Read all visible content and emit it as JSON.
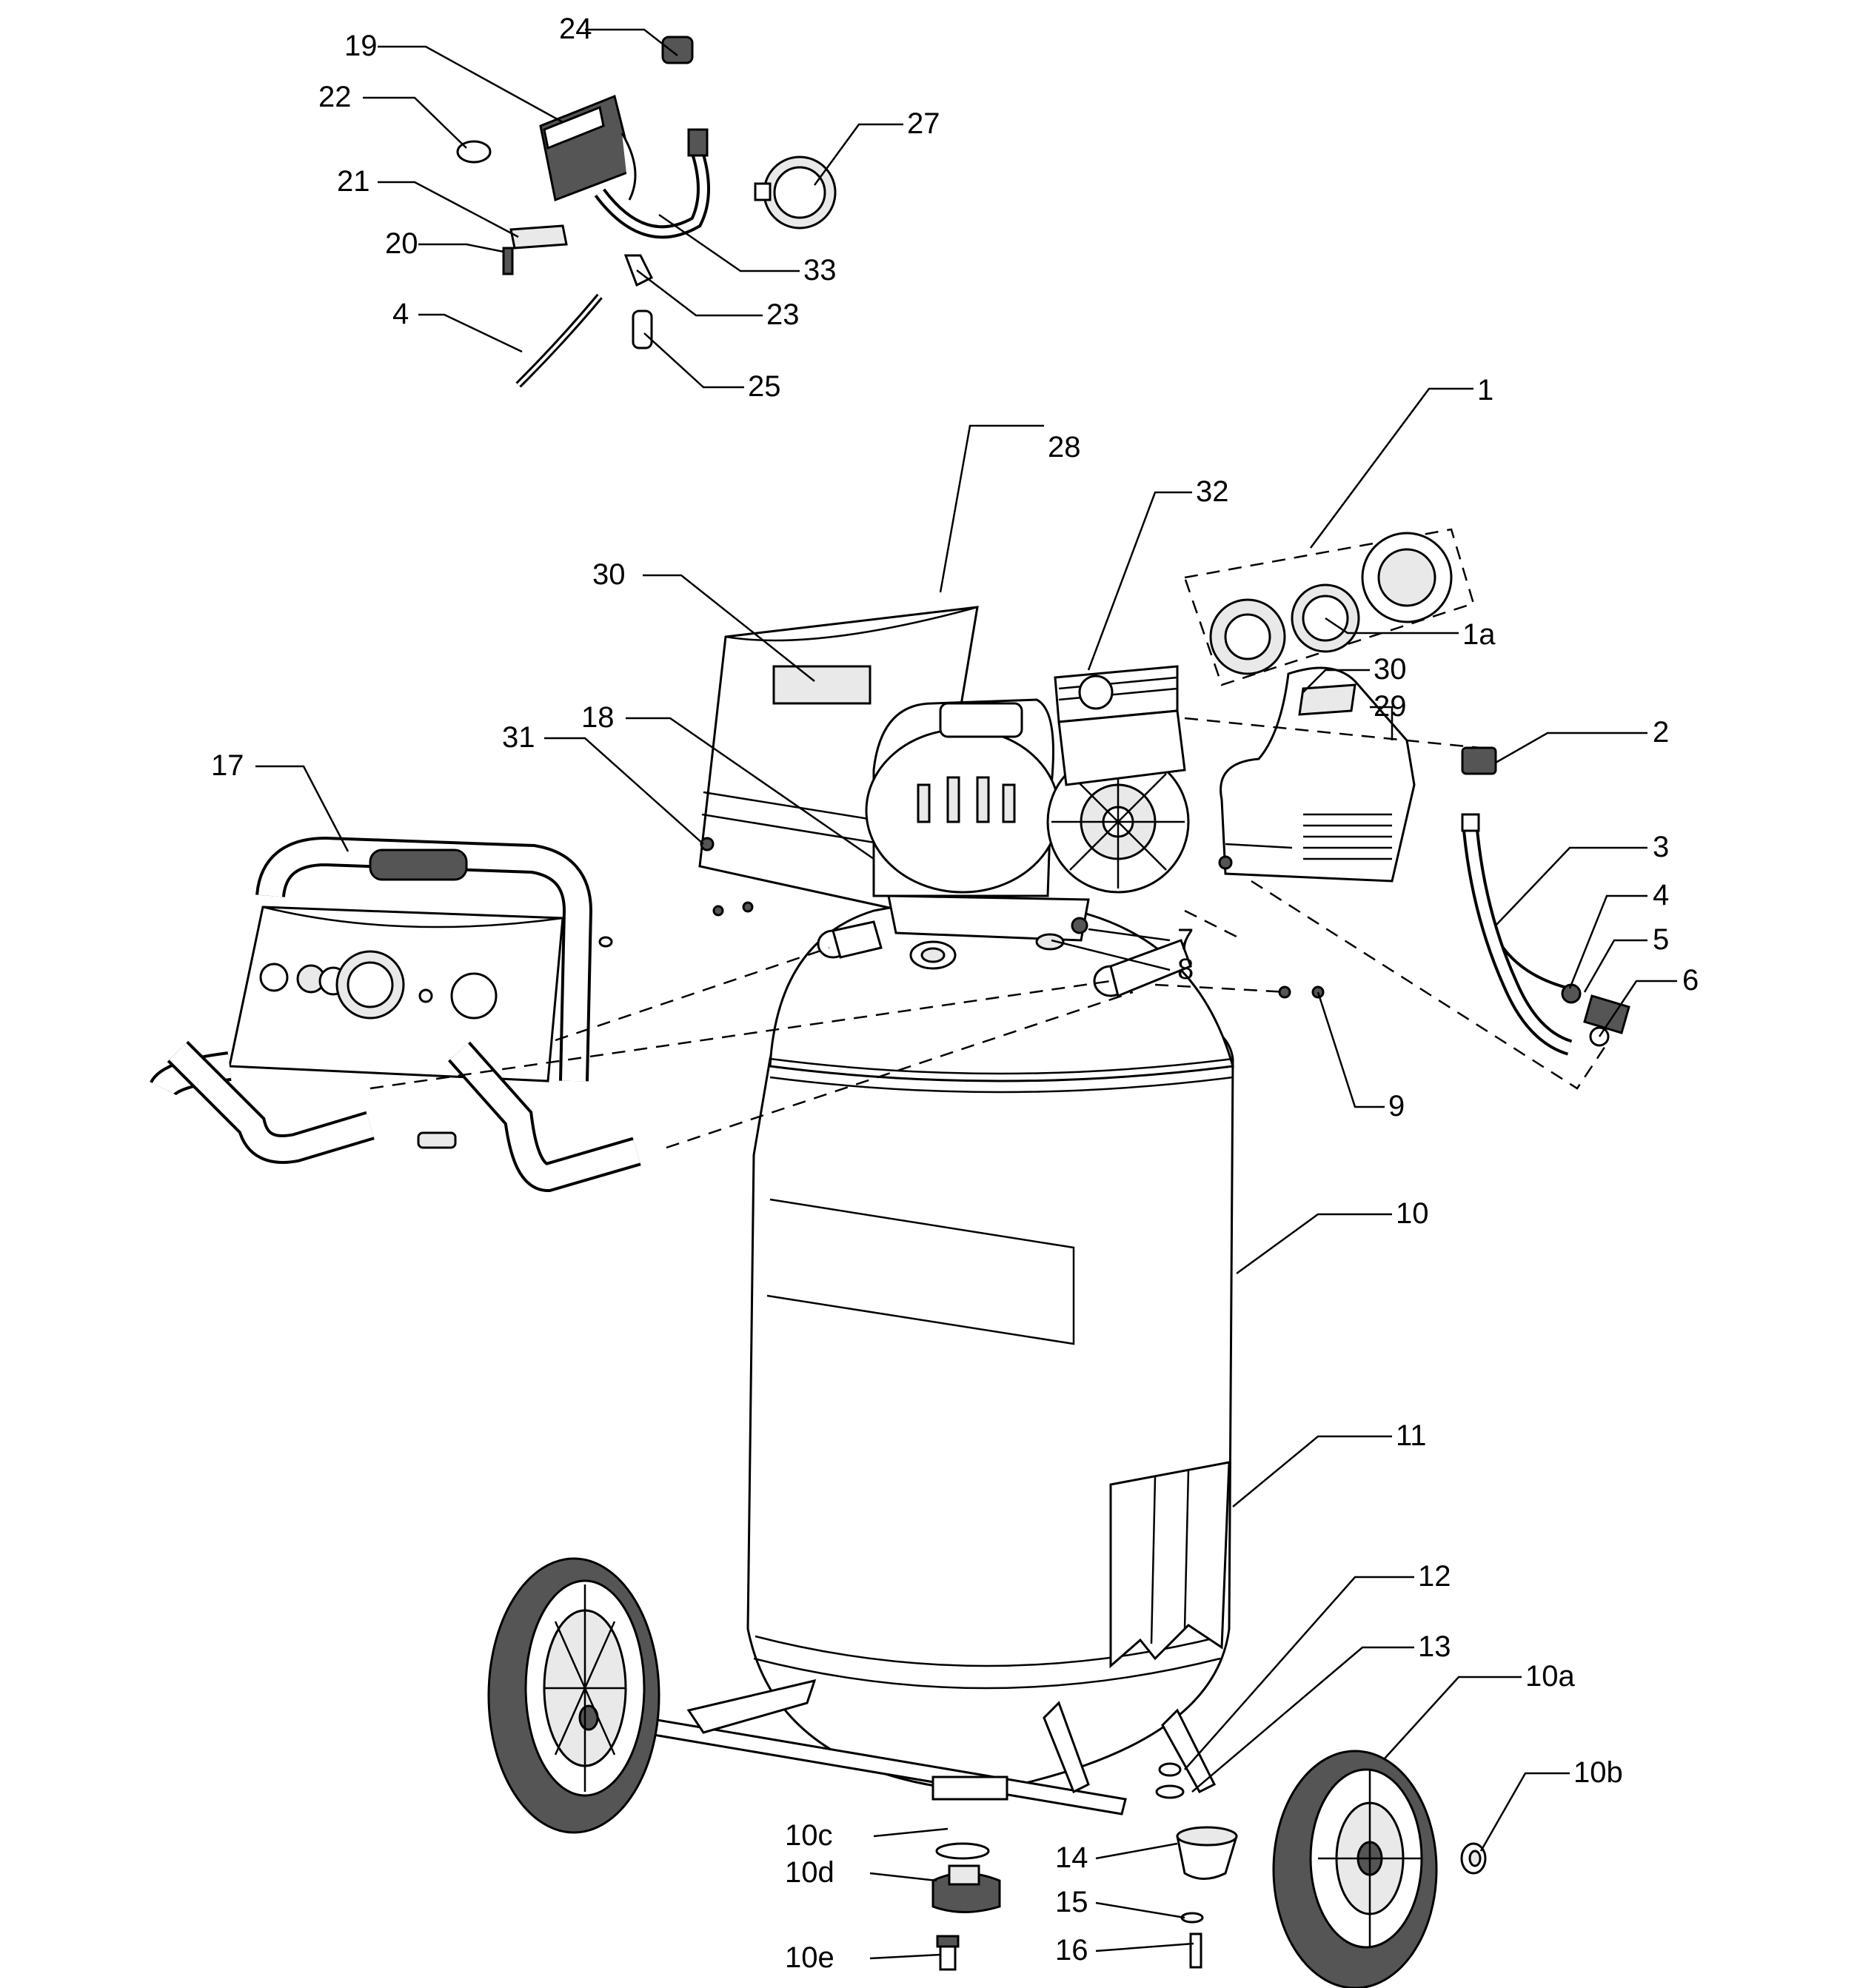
{
  "labels": {
    "p1": "1",
    "p1a": "1a",
    "p2": "2",
    "p3": "3",
    "p4a": "4",
    "p4b": "4",
    "p5": "5",
    "p6": "6",
    "p7": "7",
    "p8": "8",
    "p9": "9",
    "p10": "10",
    "p10a": "10a",
    "p10b": "10b",
    "p10c": "10c",
    "p10d": "10d",
    "p10e": "10e",
    "p11": "11",
    "p12": "12",
    "p13": "13",
    "p14": "14",
    "p15": "15",
    "p16": "16",
    "p17": "17",
    "p18": "18",
    "p19": "19",
    "p20": "20",
    "p21": "21",
    "p22": "22",
    "p23": "23",
    "p24": "24",
    "p25": "25",
    "p27": "27",
    "p28": "28",
    "p29": "29",
    "p30a": "30",
    "p30b": "30",
    "p31": "31",
    "p32": "32",
    "p33": "33"
  }
}
